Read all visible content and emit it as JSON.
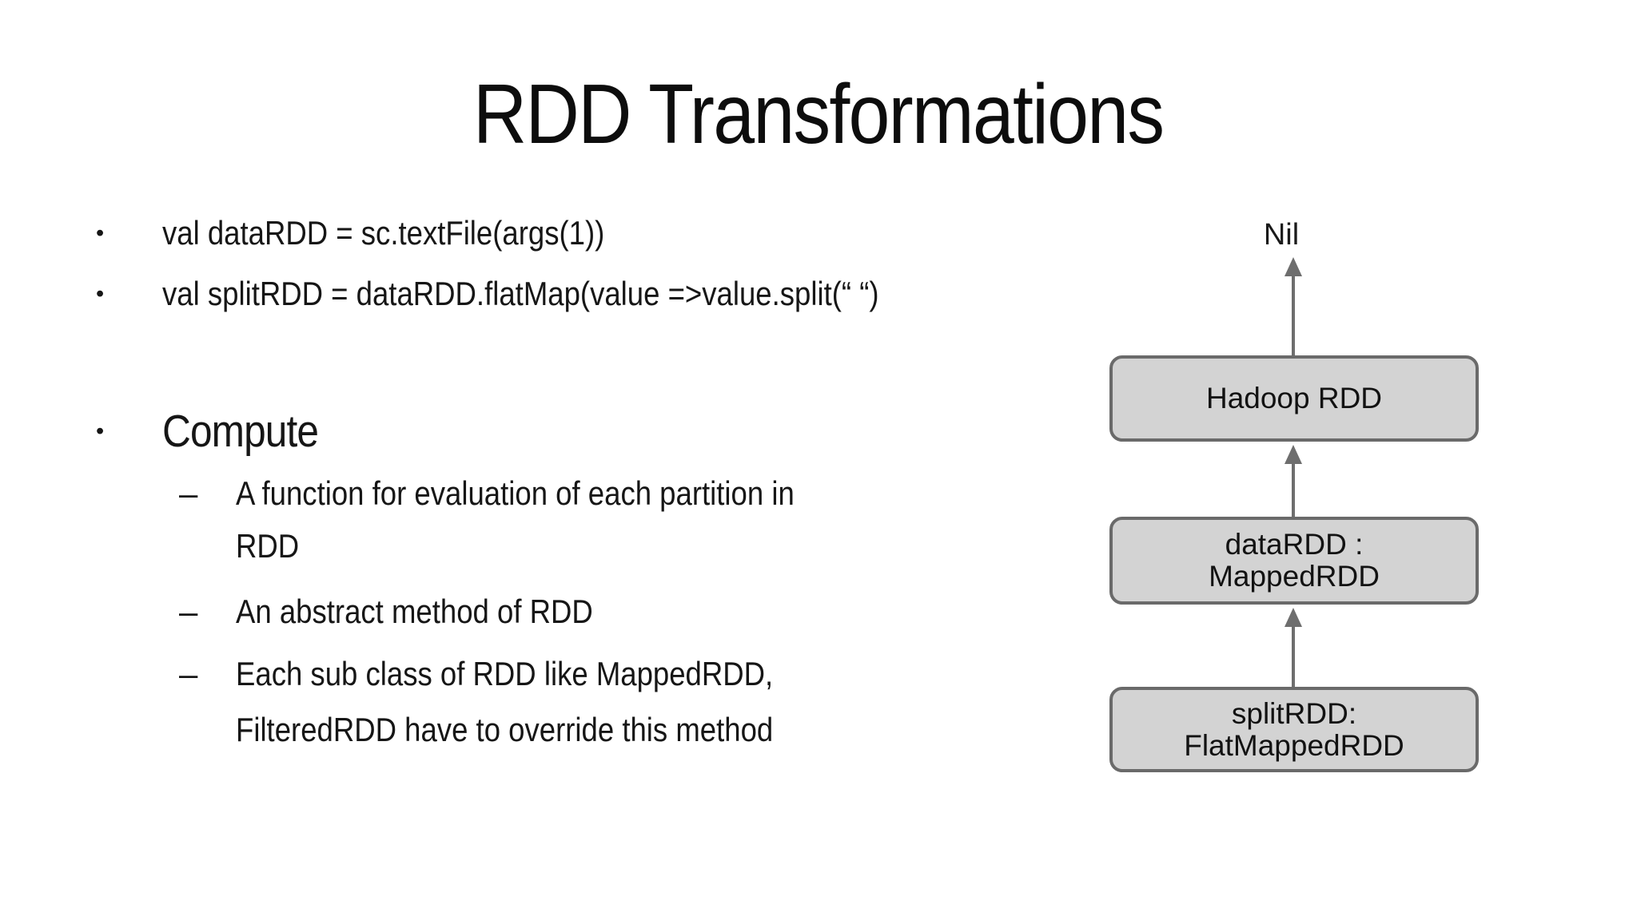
{
  "slide": {
    "title": "RDD Transformations",
    "bullets": [
      {
        "marker": "•",
        "level": 1,
        "lines": [
          "val dataRDD = sc.textFile(args(1))"
        ]
      },
      {
        "marker": "•",
        "level": 1,
        "lines": [
          "val splitRDD = dataRDD.flatMap(value =>value.split(“ “)"
        ]
      },
      {
        "marker": "•",
        "level": 1,
        "lines": [
          "Compute"
        ]
      },
      {
        "marker": "–",
        "level": 2,
        "lines": [
          "A function for evaluation of each partition in",
          "RDD"
        ]
      },
      {
        "marker": "–",
        "level": 2,
        "lines": [
          "An abstract method of RDD"
        ]
      },
      {
        "marker": "–",
        "level": 2,
        "lines": [
          "Each sub class of RDD like MappedRDD,",
          "FilteredRDD have to override this method"
        ]
      }
    ]
  },
  "diagram": {
    "top_label": "Nil",
    "nodes": [
      {
        "lines": [
          "Hadoop RDD"
        ]
      },
      {
        "lines": [
          "dataRDD :",
          "MappedRDD"
        ]
      },
      {
        "lines": [
          "splitRDD:",
          "FlatMappedRDD"
        ]
      }
    ],
    "colors": {
      "node_fill": "#d3d3d3",
      "node_border": "#6a6a6a",
      "arrow": "#6e6e6e",
      "text": "#111111",
      "background": "#ffffff"
    }
  }
}
